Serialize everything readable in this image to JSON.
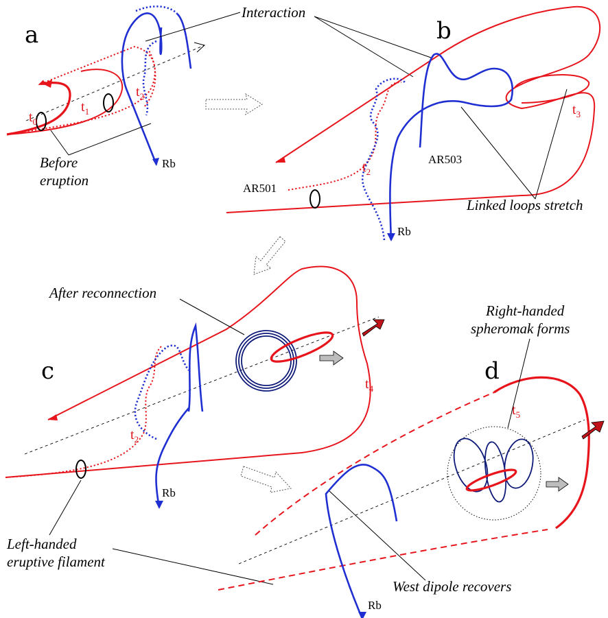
{
  "panels": [
    "a",
    "b",
    "c",
    "d"
  ],
  "time_labels": {
    "t0": {
      "base": "t",
      "sub": "0"
    },
    "t1": {
      "base": "t",
      "sub": "1"
    },
    "t2": {
      "base": "t",
      "sub": "2"
    },
    "t3": {
      "base": "t",
      "sub": "3"
    },
    "t4": {
      "base": "t",
      "sub": "4"
    },
    "t5": {
      "base": "t",
      "sub": "5"
    }
  },
  "region_labels": {
    "rb": "Rb",
    "ar501": "AR501",
    "ar503": "AR503"
  },
  "annotations": {
    "interaction": "Interaction",
    "before_eruption_1": "Before",
    "before_eruption_2": "eruption",
    "linked_loops": "Linked loops stretch",
    "after_reconnection": "After reconnection",
    "spheromak_1": "Right-handed",
    "spheromak_2": "spheromak forms",
    "filament_1": "Left-handed",
    "filament_2": "eruptive filament",
    "west_dipole": "West dipole recovers"
  },
  "colors": {
    "field_red": "#e8141c",
    "field_blue": "#1f2fd2",
    "spheromak_navy": "#0e1a78",
    "motion_arrow_red": "#c0141a",
    "motion_arrow_gray": "#bdbdbd"
  }
}
